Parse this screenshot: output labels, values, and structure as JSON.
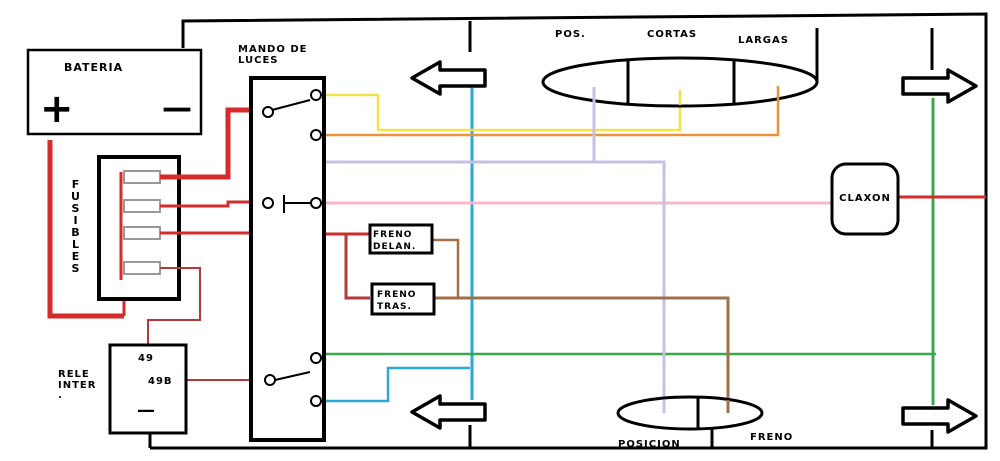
{
  "labels": {
    "bateria": "BATERIA",
    "plus": "+",
    "minus": "—",
    "fusibles": [
      "F",
      "U",
      "S",
      "I",
      "B",
      "L",
      "E",
      "S"
    ],
    "mando_line1": "MANDO DE",
    "mando_line2": "LUCES",
    "pos": "POS.",
    "cortas": "CORTAS",
    "largas": "LARGAS",
    "claxon": "CLAXON",
    "freno_del_1": "FRENO",
    "freno_del_2": "DELAN.",
    "freno_tras_1": "FRENO",
    "freno_tras_2": "TRAS.",
    "rele_1": "RELE",
    "rele_2": "INTER",
    "rele_dot": ".",
    "pin49": "49",
    "pin49b": "49B",
    "rele_minus": "—",
    "posicion": "POSICION",
    "freno": "FRENO"
  },
  "colors": {
    "red": "#d62b2b",
    "dark_red": "#b33a3a",
    "yellow": "#f2e24a",
    "orange": "#e8923a",
    "lavender": "#c8bfe4",
    "pink": "#f6b8c8",
    "blue": "#2aa8d8",
    "green": "#3aa84a",
    "brown": "#a0704a",
    "black": "#000000"
  }
}
